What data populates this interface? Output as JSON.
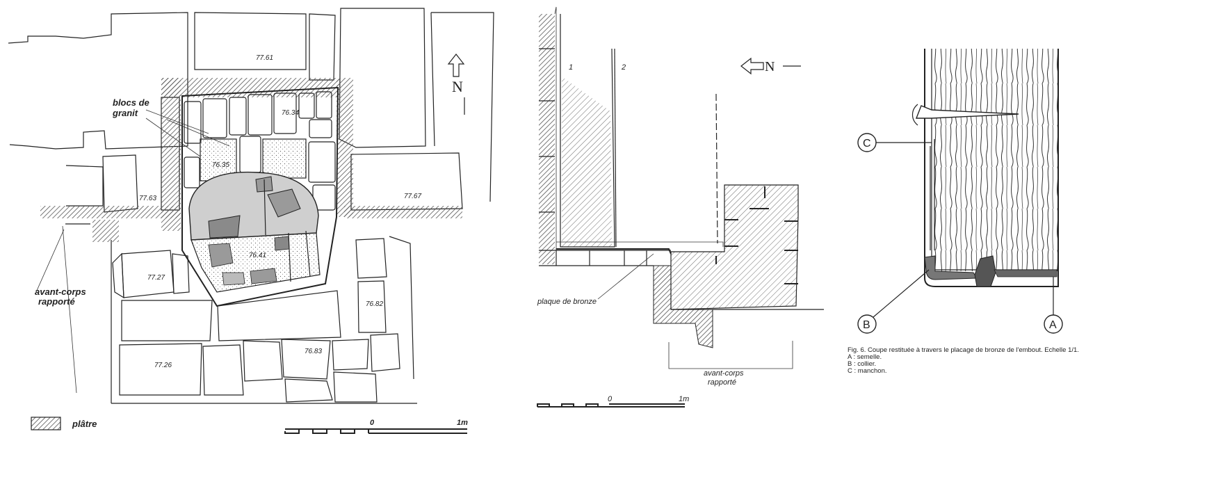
{
  "plan": {
    "labels": {
      "granite": "blocs de granit",
      "granite_line1": "blocs de",
      "granite_line2": "granit",
      "avant_corps_1": "avant-corps",
      "avant_corps_2": "rapporté",
      "legend_platre": "plâtre",
      "north": "N"
    },
    "elevations": [
      "77.61",
      "76.34",
      "76.35",
      "77.63",
      "77.67",
      "76.41",
      "77.27",
      "76.82",
      "76.83",
      "77.26"
    ],
    "scale": {
      "zero": "0",
      "max": "1m"
    }
  },
  "section": {
    "labels": {
      "col1": "1",
      "col2": "2",
      "north": "N",
      "bronze": "plaque de bronze",
      "avant_corps_1": "avant-corps",
      "avant_corps_2": "rapporté"
    },
    "scale": {
      "zero": "0",
      "max": "1m"
    }
  },
  "detail": {
    "markers": {
      "a": "A",
      "b": "B",
      "c": "C"
    },
    "caption": [
      "Fig. 6. Coupe restituée à travers le placage de bronze de l'embout. Echelle 1/1.",
      "A : semelle.",
      "B : collier.",
      "C : manchon."
    ]
  }
}
